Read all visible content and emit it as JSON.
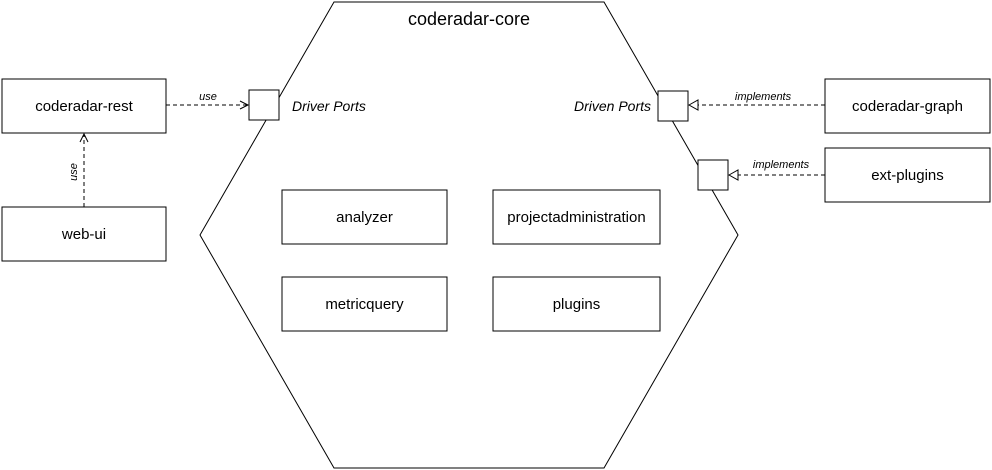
{
  "core": {
    "title": "coderadar-core"
  },
  "ports": {
    "driver": "Driver Ports",
    "driven": "Driven Ports"
  },
  "modules": {
    "analyzer": "analyzer",
    "projectadministration": "projectadministration",
    "metricquery": "metricquery",
    "plugins": "plugins"
  },
  "external": {
    "rest": "coderadar-rest",
    "webui": "web-ui",
    "graph": "coderadar-graph",
    "extplugins": "ext-plugins"
  },
  "edges": {
    "rest_to_driver": "use",
    "webui_to_rest": "use",
    "graph_to_driven": "implements",
    "extplugins_to_port": "implements"
  }
}
